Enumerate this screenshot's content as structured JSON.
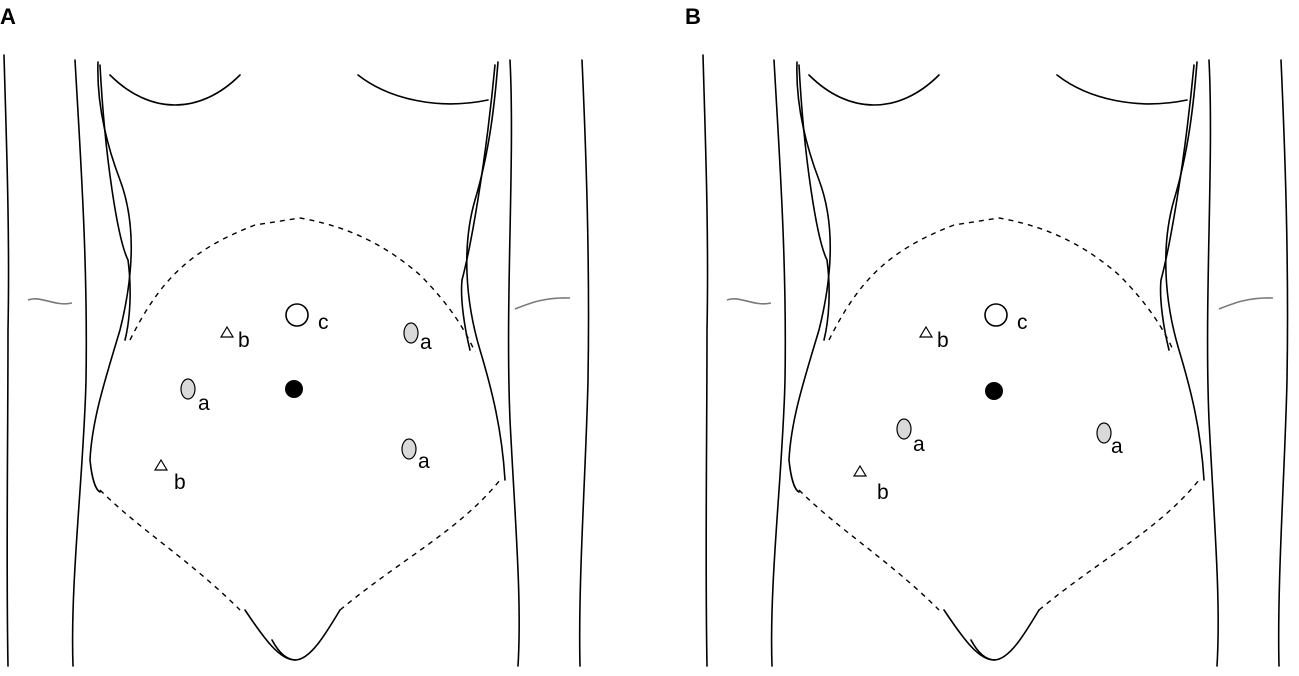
{
  "figure": {
    "panels": [
      {
        "label": "A",
        "markers": [
          {
            "type": "optical-port"
          },
          {
            "type": "c",
            "label": "c"
          },
          {
            "type": "b",
            "label": "b"
          },
          {
            "type": "a",
            "label": "a"
          },
          {
            "type": "a",
            "label": "a"
          },
          {
            "type": "a",
            "label": "a"
          },
          {
            "type": "b",
            "label": "b"
          }
        ]
      },
      {
        "label": "B",
        "markers": [
          {
            "type": "optical-port"
          },
          {
            "type": "c",
            "label": "c"
          },
          {
            "type": "b",
            "label": "b"
          },
          {
            "type": "a",
            "label": "a"
          },
          {
            "type": "a",
            "label": "a"
          },
          {
            "type": "b",
            "label": "b"
          }
        ]
      }
    ],
    "colors": {
      "port_a_fill": "#d9d9d9",
      "camera_port": "#000000",
      "outline": "#000000"
    }
  }
}
